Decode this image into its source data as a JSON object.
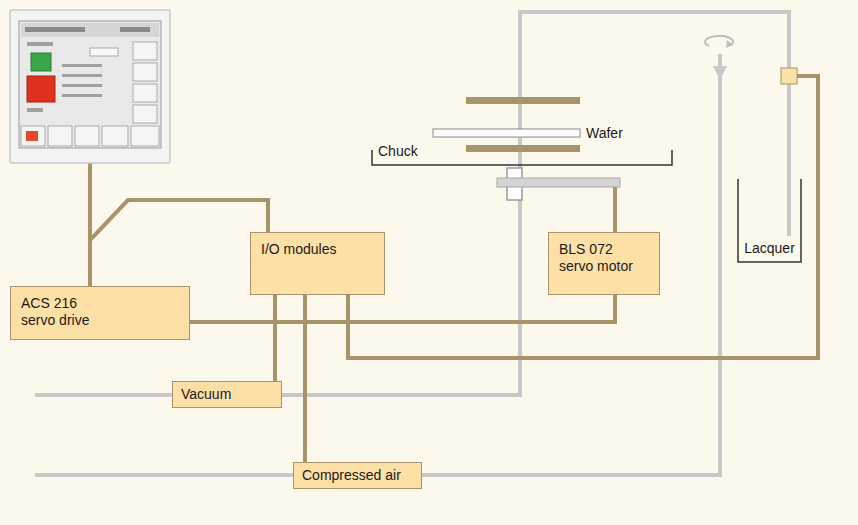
{
  "diagram": {
    "nodes": [
      {
        "text": [
          "I/O modules"
        ]
      },
      {
        "text": [
          "BLS 072 servo motor"
        ]
      },
      {
        "text": [
          "Lacquer"
        ]
      },
      {
        "text": [
          "ACS 216 servo drive"
        ]
      },
      {
        "text": [
          "Vacuum"
        ]
      },
      {
        "text": [
          "Compressed air"
        ]
      }
    ],
    "edges": [
      {
        "from": 3,
        "to": 0,
        "arrow": "none"
      },
      {
        "from": 0,
        "to": 4,
        "arrow": "none"
      },
      {
        "from": 0,
        "to": 5,
        "arrow": "none"
      },
      {
        "from": 3,
        "to": 1,
        "arrow": "none"
      }
    ],
    "labels": [
      "Chuck",
      "Wafer"
    ]
  }
}
